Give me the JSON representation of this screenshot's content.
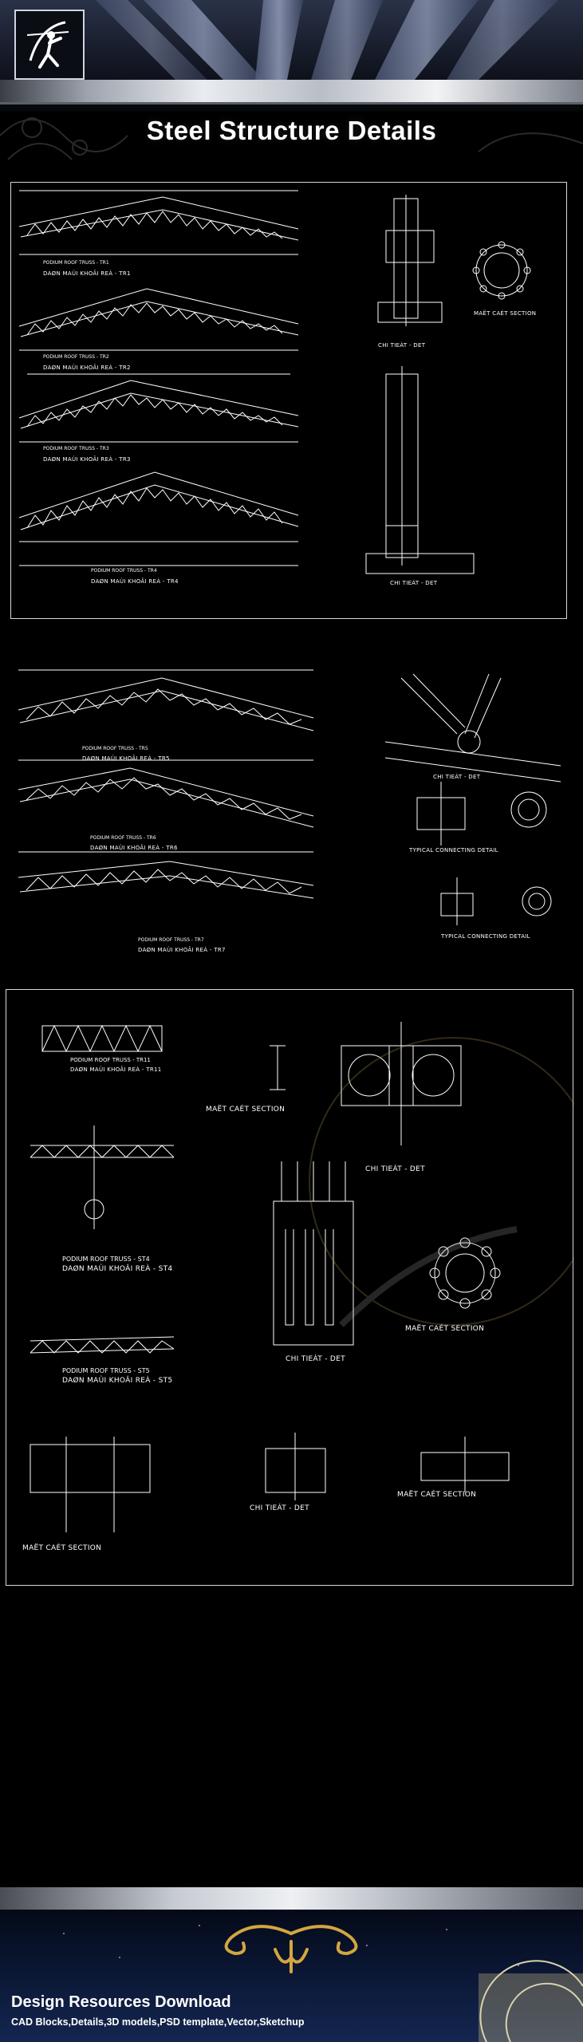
{
  "header": {
    "title": "Steel Structure Details"
  },
  "panel1": {
    "trusses": [
      {
        "name": "PODIUM ROOF TRUSS - TR1",
        "sub": "DAØN MAÙI KHOÂI REÀ - TR1"
      },
      {
        "name": "PODIUM ROOF TRUSS - TR2",
        "sub": "DAØN MAÙI KHOÂI REÀ - TR2"
      },
      {
        "name": "PODIUM ROOF TRUSS - TR3",
        "sub": "DAØN MAÙI KHOÂI REÀ - TR3"
      },
      {
        "name": "PODIUM ROOF TRUSS - TR4",
        "sub": "DAØN MAÙI KHOÂI REÀ - TR4"
      }
    ],
    "details": [
      "CHI TIEÁT - DET",
      "MAËT CAÉT SECTION",
      "CHI TIEÁT - DET"
    ]
  },
  "panel2": {
    "trusses": [
      {
        "name": "PODIUM ROOF TRUSS - TR5",
        "sub": "DAØN MAÙI KHOÂI REÀ - TR5"
      },
      {
        "name": "PODIUM ROOF TRUSS - TR6",
        "sub": "DAØN MAÙI KHOÂI REÀ - TR6"
      },
      {
        "name": "PODIUM ROOF TRUSS - TR7",
        "sub": "DAØN MAÙI KHOÂI REÀ - TR7"
      }
    ],
    "details": [
      "CHI TIEÁT - DET",
      "TYPICAL CONNECTING DETAIL",
      "TYPICAL CONNECTING DETAIL"
    ]
  },
  "panel3": {
    "labels": [
      {
        "name": "PODIUM ROOF TRUSS - TR11",
        "sub": "DAØN MAÙI KHOÂI REÀ - TR11"
      },
      {
        "name": "PODIUM ROOF TRUSS - ST4",
        "sub": "DAØN MAÙI KHOÂI REÀ - ST4"
      },
      {
        "name": "PODIUM ROOF TRUSS - ST5",
        "sub": "DAØN MAÙI KHOÂI REÀ - ST5"
      }
    ],
    "sections": [
      "MAËT CAÉT SECTION",
      "CHI TIEÁT - DET",
      "MAËT CAÉT SECTION",
      "CHI TIEÁT - DET",
      "MAËT CAÉT SECTION",
      "CHI TIEÁT - DET",
      "MAËT CAÉT SECTION"
    ]
  },
  "footer": {
    "title": "Design Resources Download",
    "subtitle": "CAD Blocks,Details,3D models,PSD template,Vector,Sketchup"
  },
  "colors": {
    "background": "#000000",
    "line": "#ffffff",
    "footer_blue": "#0a1633"
  }
}
